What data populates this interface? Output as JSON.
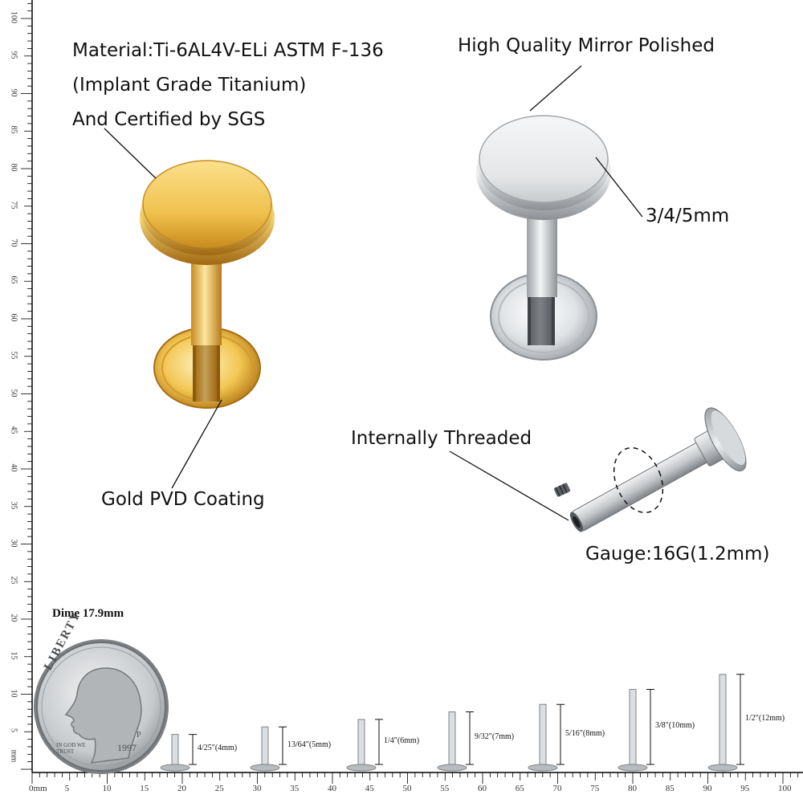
{
  "callouts": {
    "material_line1": "Material:Ti-6AL4V-ELi ASTM F-136",
    "material_line2": "(Implant Grade Titanium)",
    "material_line3": "And Certified by SGS",
    "mirror": "High Quality Mirror Polished",
    "disc_sizes": "3/4/5mm",
    "threaded": "Internally Threaded",
    "gold": "Gold PVD Coating",
    "gauge": "Gauge:16G(1.2mm)"
  },
  "dime": {
    "label": "Dime 17.9mm",
    "coin_text": "LIBERTY",
    "coin_motto": "IN GOD WE TRUST",
    "coin_year": "1997",
    "coin_mint": "P"
  },
  "ruler": {
    "unit": "mm",
    "left_labels": [
      "100",
      "95",
      "90",
      "85",
      "80",
      "75",
      "70",
      "65",
      "60",
      "55",
      "50",
      "45",
      "40",
      "35",
      "30",
      "25",
      "20",
      "15",
      "10",
      "5",
      "mm"
    ],
    "bottom_labels": [
      "0mm",
      "5",
      "10",
      "15",
      "20",
      "25",
      "30",
      "35",
      "40",
      "45",
      "50",
      "55",
      "60",
      "65",
      "70",
      "75",
      "80",
      "85",
      "90",
      "95",
      "100"
    ]
  },
  "sizes": [
    {
      "label": "4/25\"(4mm)",
      "length_mm": 4
    },
    {
      "label": "13/64\"(5mm)",
      "length_mm": 5
    },
    {
      "label": "1/4\"(6mm)",
      "length_mm": 6
    },
    {
      "label": "9/32\"(7mm)",
      "length_mm": 7
    },
    {
      "label": "5/16\"(8mm)",
      "length_mm": 8
    },
    {
      "label": "3/8\"(10mm)",
      "length_mm": 10
    },
    {
      "label": "1/2\"(12mm)",
      "length_mm": 12
    }
  ],
  "colors": {
    "gold": "#e7b84a",
    "silver": "#d9dcdf",
    "text": "#111111"
  }
}
